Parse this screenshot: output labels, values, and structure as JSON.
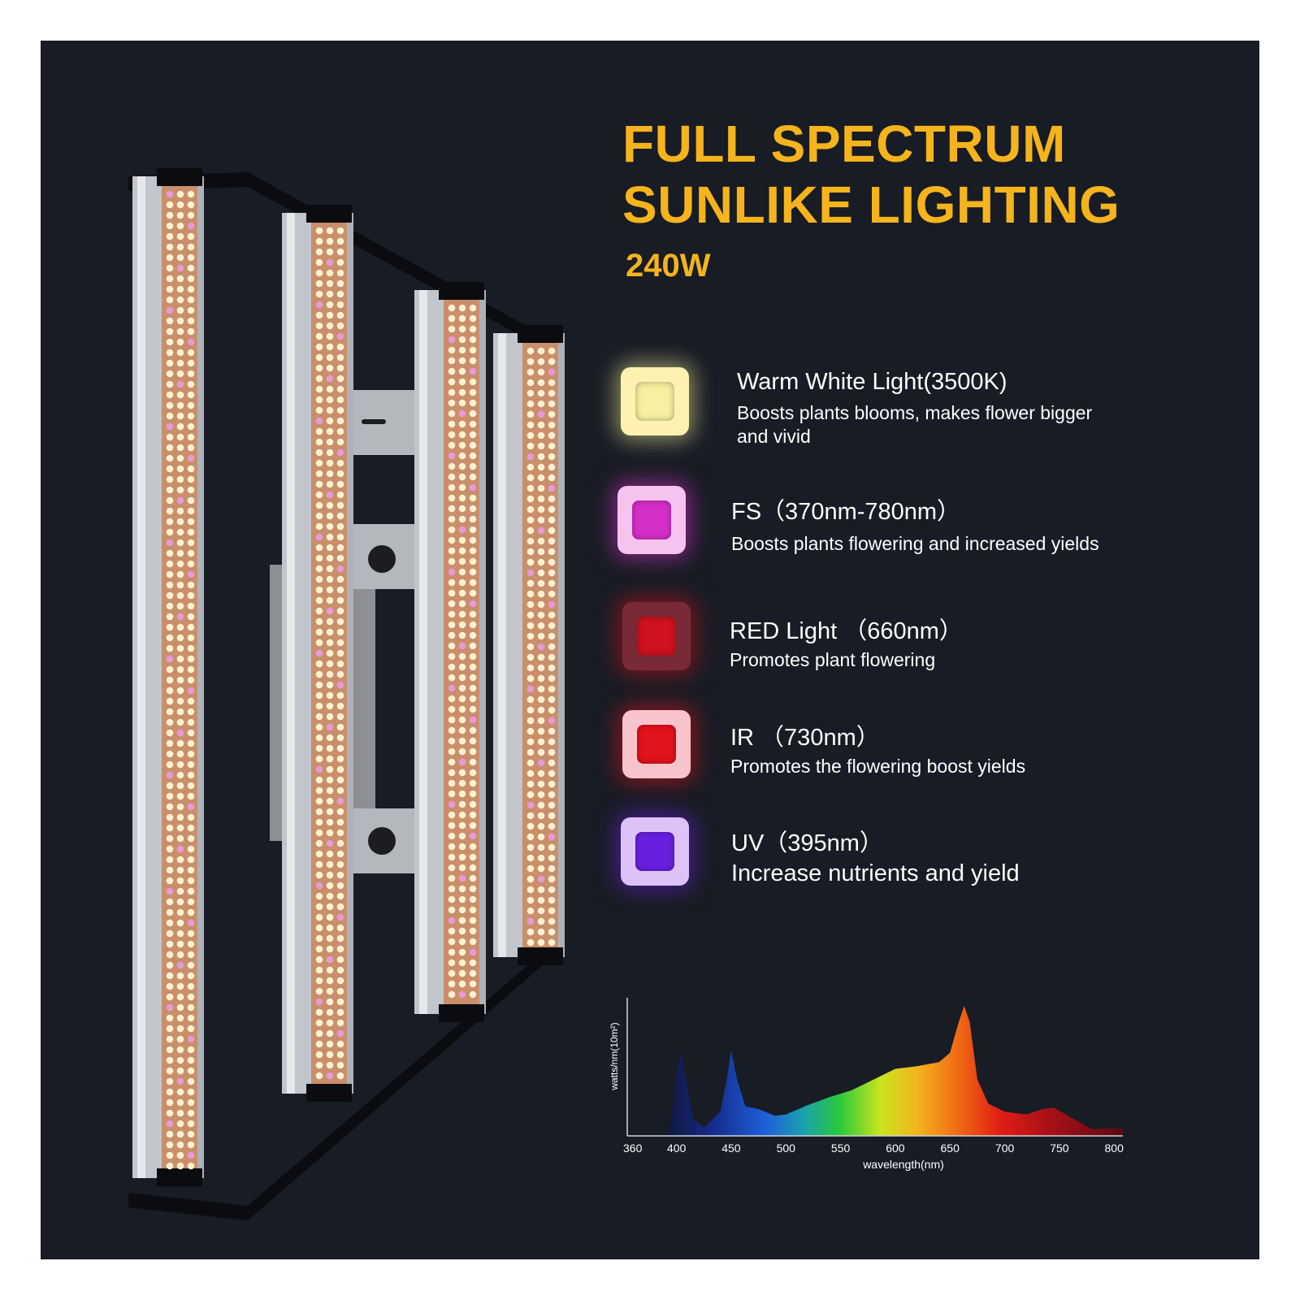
{
  "header": {
    "line1": "FULL SPECTRUM",
    "line2": "SUNLIKE LIGHTING",
    "wattage": "240W"
  },
  "colors": {
    "background": "#181c24",
    "title": "#f5b41c",
    "text": "#ffffff",
    "led_board": "#c98e6a"
  },
  "features": [
    {
      "name": "Warm White Light(3500K)",
      "desc1": "Boosts plants blooms, makes flower bigger",
      "desc2": "and vivid",
      "chip_color": "#fff2b0",
      "die_color": "#f6f0a0",
      "icon": "warm-white-led-chip-icon"
    },
    {
      "name": "FS（370nm-780nm）",
      "desc1": "Boosts plants flowering and increased yields",
      "desc2": "",
      "chip_color": "#f6c2ee",
      "die_color": "#d42fc8",
      "icon": "full-spectrum-led-chip-icon"
    },
    {
      "name": "RED Light （660nm）",
      "desc1": "Promotes plant flowering",
      "desc2": "",
      "chip_color": "#7a2a36",
      "die_color": "#d0121e",
      "icon": "red-led-chip-icon"
    },
    {
      "name": "IR （730nm）",
      "desc1": "Promotes the flowering  boost yields",
      "desc2": "",
      "chip_color": "#f8c4cc",
      "die_color": "#e3121f",
      "icon": "ir-led-chip-icon"
    },
    {
      "name": "UV（395nm）",
      "desc1": "Increase nutrients  and yield",
      "desc2": "",
      "chip_color": "#dcc2f6",
      "die_color": "#6a1fe0",
      "icon": "uv-led-chip-icon"
    }
  ],
  "chart_data": {
    "type": "area",
    "xlabel": "wavelength(nm)",
    "ylabel": "watts/nm(10m²)",
    "x_ticks": [
      360,
      400,
      450,
      500,
      550,
      600,
      650,
      700,
      750,
      800
    ],
    "xlim": [
      355,
      808
    ],
    "ylim": [
      0,
      1
    ],
    "grid": false,
    "legend": "none",
    "points": [
      [
        390,
        0
      ],
      [
        395,
        0.12
      ],
      [
        400,
        0.45
      ],
      [
        404,
        0.62
      ],
      [
        408,
        0.45
      ],
      [
        415,
        0.13
      ],
      [
        425,
        0.06
      ],
      [
        440,
        0.18
      ],
      [
        446,
        0.42
      ],
      [
        450,
        0.64
      ],
      [
        455,
        0.43
      ],
      [
        463,
        0.22
      ],
      [
        475,
        0.2
      ],
      [
        490,
        0.15
      ],
      [
        500,
        0.16
      ],
      [
        520,
        0.23
      ],
      [
        540,
        0.29
      ],
      [
        560,
        0.34
      ],
      [
        580,
        0.42
      ],
      [
        600,
        0.5
      ],
      [
        620,
        0.52
      ],
      [
        640,
        0.55
      ],
      [
        650,
        0.62
      ],
      [
        658,
        0.85
      ],
      [
        663,
        0.97
      ],
      [
        668,
        0.85
      ],
      [
        675,
        0.42
      ],
      [
        685,
        0.24
      ],
      [
        700,
        0.18
      ],
      [
        720,
        0.16
      ],
      [
        735,
        0.2
      ],
      [
        745,
        0.21
      ],
      [
        760,
        0.14
      ],
      [
        780,
        0.05
      ],
      [
        800,
        0.06
      ],
      [
        808,
        0.05
      ]
    ]
  }
}
